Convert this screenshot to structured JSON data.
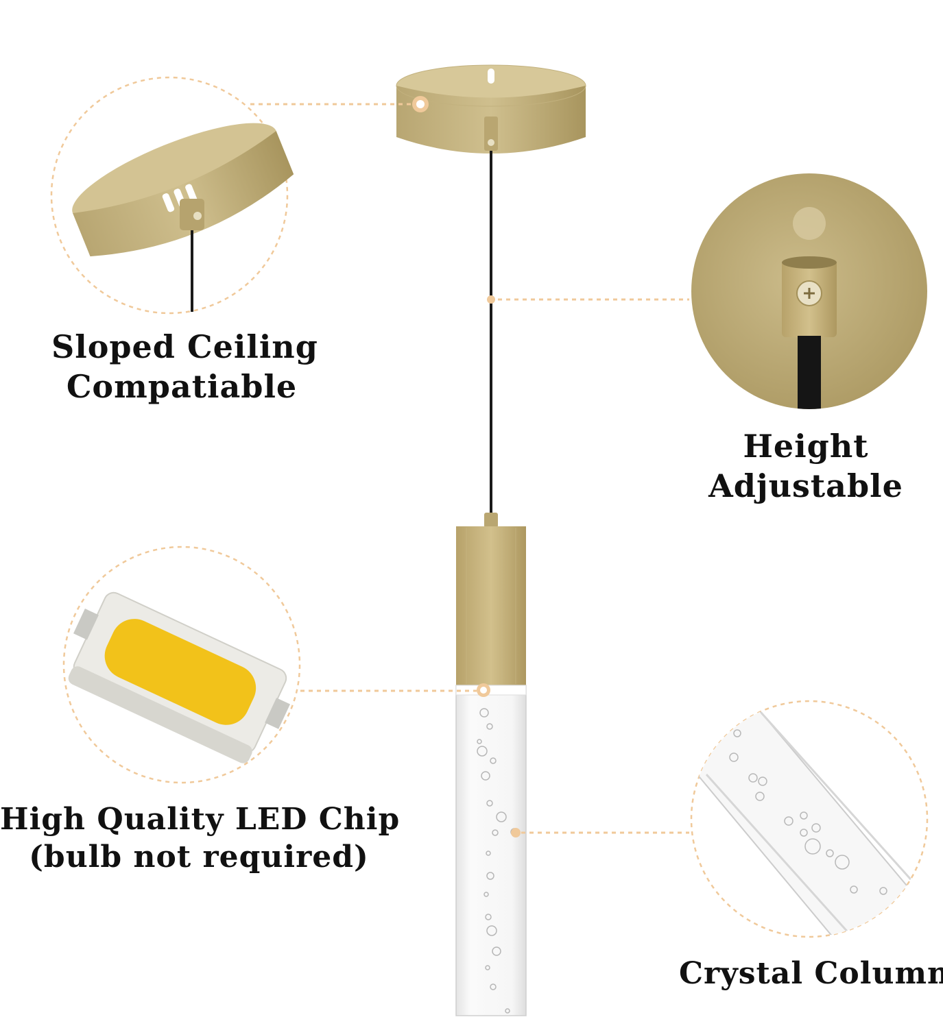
{
  "features": {
    "sloped_ceiling": {
      "line1": "Sloped Ceiling",
      "line2": "Compatiable"
    },
    "height_adjustable": {
      "line1": "Height",
      "line2": "Adjustable"
    },
    "led_chip": {
      "line1": "High Quality LED Chip",
      "line2": "(bulb not required)"
    },
    "crystal_column": {
      "line1": "Crystal Column"
    }
  },
  "colors": {
    "gold": "#c4b27e",
    "gold_dark": "#a8955e",
    "accent_dashes": "#f0c99a",
    "cord": "#1a1a1a",
    "led_yellow": "#f2c21a"
  },
  "icons": [
    "canopy-image",
    "cord-image",
    "pendant-holder-image",
    "crystal-column-image",
    "led-chip-image"
  ]
}
